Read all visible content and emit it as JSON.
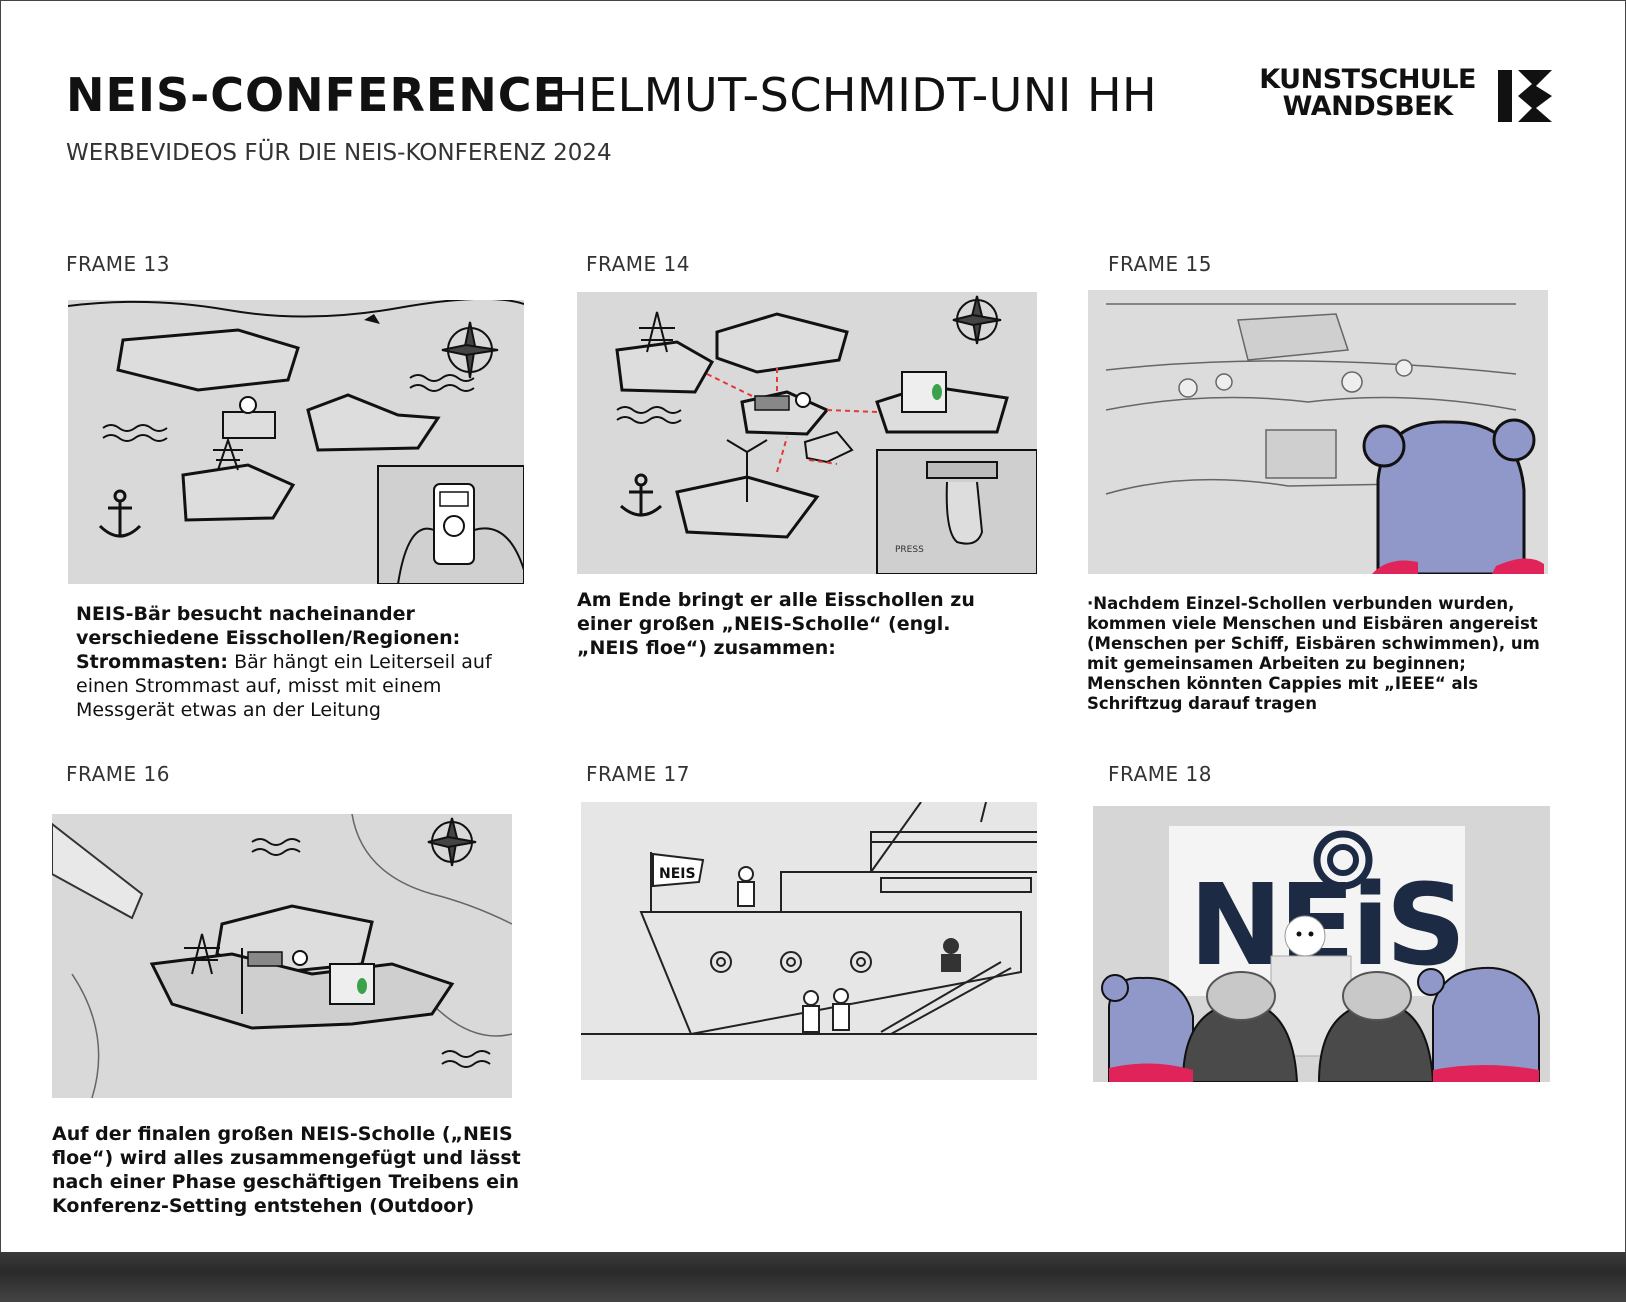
{
  "header": {
    "title_bold": "NEIS-CONFERENCE",
    "title_light": "HELMUT-SCHMIDT-UNI HH",
    "subtitle": "WERBEVIDEOS FÜR DIE NEIS-KONFERENZ 2024"
  },
  "logo": {
    "line1": "KUNSTSCHULE",
    "line2": "WANDSBEK"
  },
  "frames": [
    {
      "label": "FRAME 13",
      "caption_bold": "NEIS-Bär besucht nacheinander verschiedene Eisschollen/Regionen:",
      "caption_sub_bold": "Strommasten:",
      "caption_rest": "Bär hängt ein Leiterseil auf einen Strommast auf, misst mit einem Messgerät etwas an der Leitung"
    },
    {
      "label": "FRAME 14",
      "caption": "Am Ende bringt er alle Eisschollen zu einer großen „NEIS-Scholle“ (engl. „NEIS floe“) zusammen:",
      "sketch_text": "PRESS"
    },
    {
      "label": "FRAME 15",
      "caption": "·Nachdem Einzel-Schollen verbunden wurden, kommen viele Menschen und Eisbären angereist (Menschen per Schiff, Eisbären schwimmen), um mit gemeinsamen Arbeiten zu beginnen; Menschen könnten Cappies mit „IEEE“ als Schriftzug darauf tragen"
    },
    {
      "label": "FRAME 16",
      "caption": "Auf der finalen großen NEIS-Scholle („NEIS floe“) wird alles zusammengefügt und lässt nach einer Phase geschäftigen Treibens ein Konferenz-Setting entstehen (Outdoor)"
    },
    {
      "label": "FRAME 17",
      "flag_text": "NEIS"
    },
    {
      "label": "FRAME 18",
      "logo_text": "NEiS"
    }
  ],
  "colors": {
    "panel_bg": "#d9d9d9",
    "bear_blue": "#8f98c8",
    "neis_navy": "#1c2a44",
    "sketch_red": "#e03a3a",
    "cap_red": "#e0245a"
  }
}
